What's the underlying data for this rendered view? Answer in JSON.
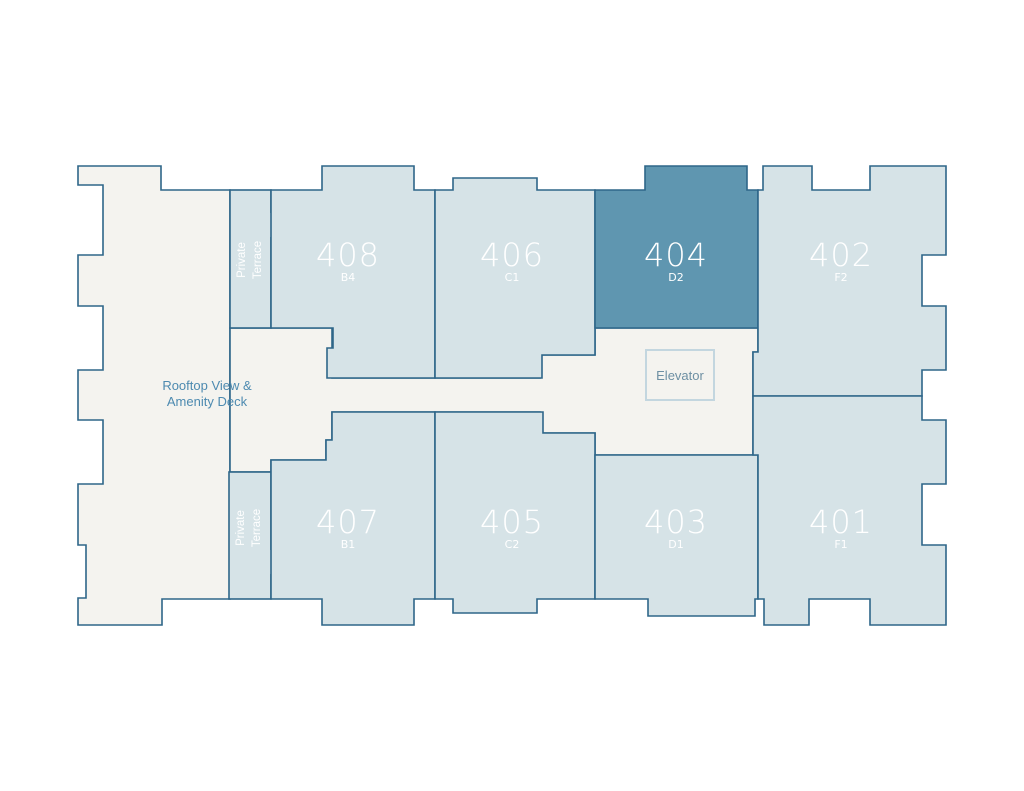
{
  "amenity": {
    "line1": "Rooftop View &",
    "line2": "Amenity Deck"
  },
  "elevator": {
    "label": "Elevator"
  },
  "terraces": [
    {
      "line1": "Private",
      "line2": "Terrace"
    },
    {
      "line1": "Private",
      "line2": "Terrace"
    }
  ],
  "units": {
    "u408": {
      "number": "408",
      "code": "B4"
    },
    "u406": {
      "number": "406",
      "code": "C1"
    },
    "u404": {
      "number": "404",
      "code": "D2",
      "selected": true
    },
    "u402": {
      "number": "402",
      "code": "F2"
    },
    "u407": {
      "number": "407",
      "code": "B1"
    },
    "u405": {
      "number": "405",
      "code": "C2"
    },
    "u403": {
      "number": "403",
      "code": "D1"
    },
    "u401": {
      "number": "401",
      "code": "F1"
    }
  },
  "colors": {
    "unit_fill": "#d6e3e7",
    "selected_fill": "#5f96b0",
    "outline": "#2e6689",
    "common_fill": "#f4f3ef",
    "label_text": "#4d8ab0"
  }
}
